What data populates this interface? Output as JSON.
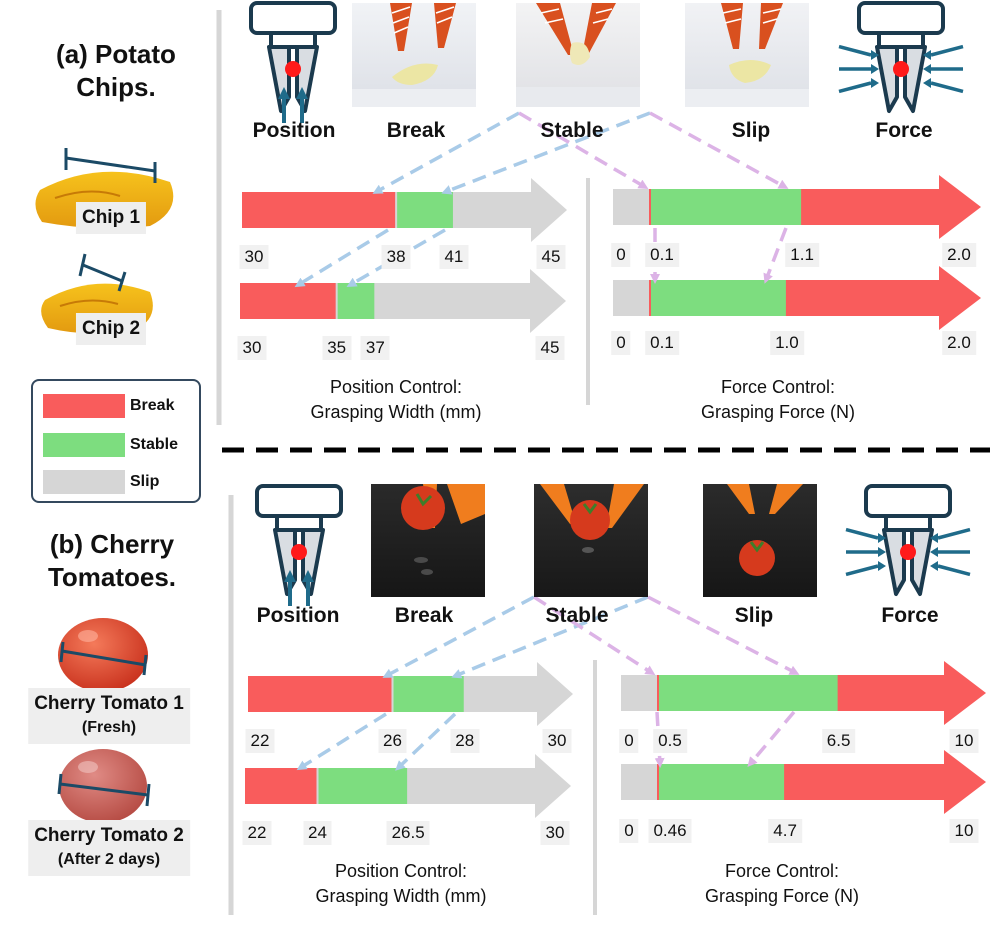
{
  "colors": {
    "break": "#f95c5c",
    "stable": "#7ddd7f",
    "slip": "#d6d6d6",
    "gripper": "#1b3a4e",
    "dot": "#ff1a1a",
    "position_arrow": "#1f6b8a",
    "blue_dash": "#a9cbe8",
    "pink_dash": "#dcb3e6"
  },
  "legend": {
    "items": [
      {
        "label": "Break",
        "key": "break"
      },
      {
        "label": "Stable",
        "key": "stable"
      },
      {
        "label": "Slip",
        "key": "slip"
      }
    ]
  },
  "sections": [
    {
      "title_line1": "(a) Potato",
      "title_line2": "Chips.",
      "headers": {
        "position": "Position",
        "break": "Break",
        "stable": "Stable",
        "slip": "Slip",
        "force": "Force"
      },
      "items": [
        {
          "label": "Chip 1",
          "sub": ""
        },
        {
          "label": "Chip 2",
          "sub": ""
        }
      ],
      "position_axis": {
        "line1": "Position Control:",
        "line2": "Grasping Width (mm)"
      },
      "force_axis": {
        "line1": "Force Control:",
        "line2": "Grasping Force (N)"
      },
      "position_bars": [
        {
          "min": 30,
          "max": 45,
          "break_end": 38,
          "stable_end": 41,
          "ticks": [
            "30",
            "38",
            "41",
            "45"
          ]
        },
        {
          "min": 30,
          "max": 45,
          "break_end": 35,
          "stable_end": 37,
          "ticks": [
            "30",
            "35",
            "37",
            "45"
          ]
        }
      ],
      "force_bars": [
        {
          "min": 0,
          "max": 2.0,
          "slip_end": 0.1,
          "stable_end": 1.1,
          "ticks": [
            "0",
            "0.1",
            "1.1",
            "2.0"
          ]
        },
        {
          "min": 0,
          "max": 2.0,
          "slip_end": 0.1,
          "stable_end": 1.0,
          "ticks": [
            "0",
            "0.1",
            "1.0",
            "2.0"
          ]
        }
      ]
    },
    {
      "title_line1": "(b) Cherry",
      "title_line2": "Tomatoes.",
      "headers": {
        "position": "Position",
        "break": "Break",
        "stable": "Stable",
        "slip": "Slip",
        "force": "Force"
      },
      "items": [
        {
          "label": "Cherry Tomato 1",
          "sub": "(Fresh)"
        },
        {
          "label": "Cherry Tomato 2",
          "sub": "(After 2 days)"
        }
      ],
      "position_axis": {
        "line1": "Position Control:",
        "line2": "Grasping Width (mm)"
      },
      "force_axis": {
        "line1": "Force Control:",
        "line2": "Grasping Force (N)"
      },
      "position_bars": [
        {
          "min": 22,
          "max": 30,
          "break_end": 26,
          "stable_end": 28,
          "ticks": [
            "22",
            "26",
            "28",
            "30"
          ]
        },
        {
          "min": 22,
          "max": 30,
          "break_end": 24,
          "stable_end": 26.5,
          "ticks": [
            "22",
            "24",
            "26.5",
            "30"
          ]
        }
      ],
      "force_bars": [
        {
          "min": 0,
          "max": 10,
          "slip_end": 0.5,
          "stable_end": 6.5,
          "ticks": [
            "0",
            "0.5",
            "6.5",
            "10"
          ]
        },
        {
          "min": 0,
          "max": 10,
          "slip_end": 0.46,
          "stable_end": 4.7,
          "ticks": [
            "0",
            "0.46",
            "4.7",
            "10"
          ]
        }
      ]
    }
  ]
}
